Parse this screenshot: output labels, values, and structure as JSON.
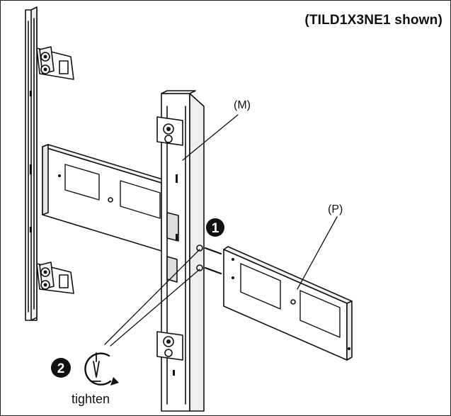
{
  "figure": {
    "title": "(TILD1X3NE1 shown)",
    "label_m": "(M)",
    "label_p": "(P)",
    "step1_number": "1",
    "step2_number": "2",
    "tighten_label": "tighten"
  }
}
